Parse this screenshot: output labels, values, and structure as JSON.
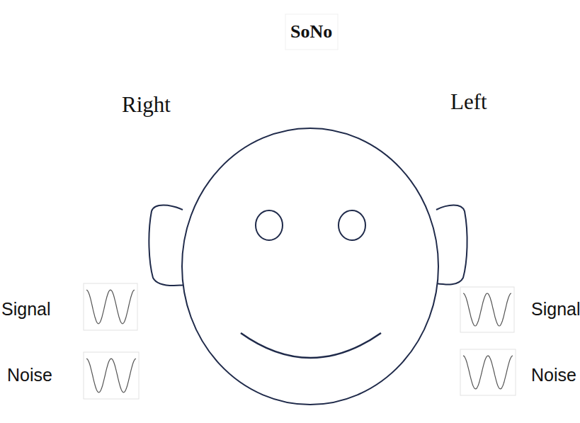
{
  "diagram": {
    "title": "SoNo",
    "labels": [
      "Right",
      "Left",
      "Signal",
      "Noise",
      "Signal",
      "Noise"
    ]
  }
}
